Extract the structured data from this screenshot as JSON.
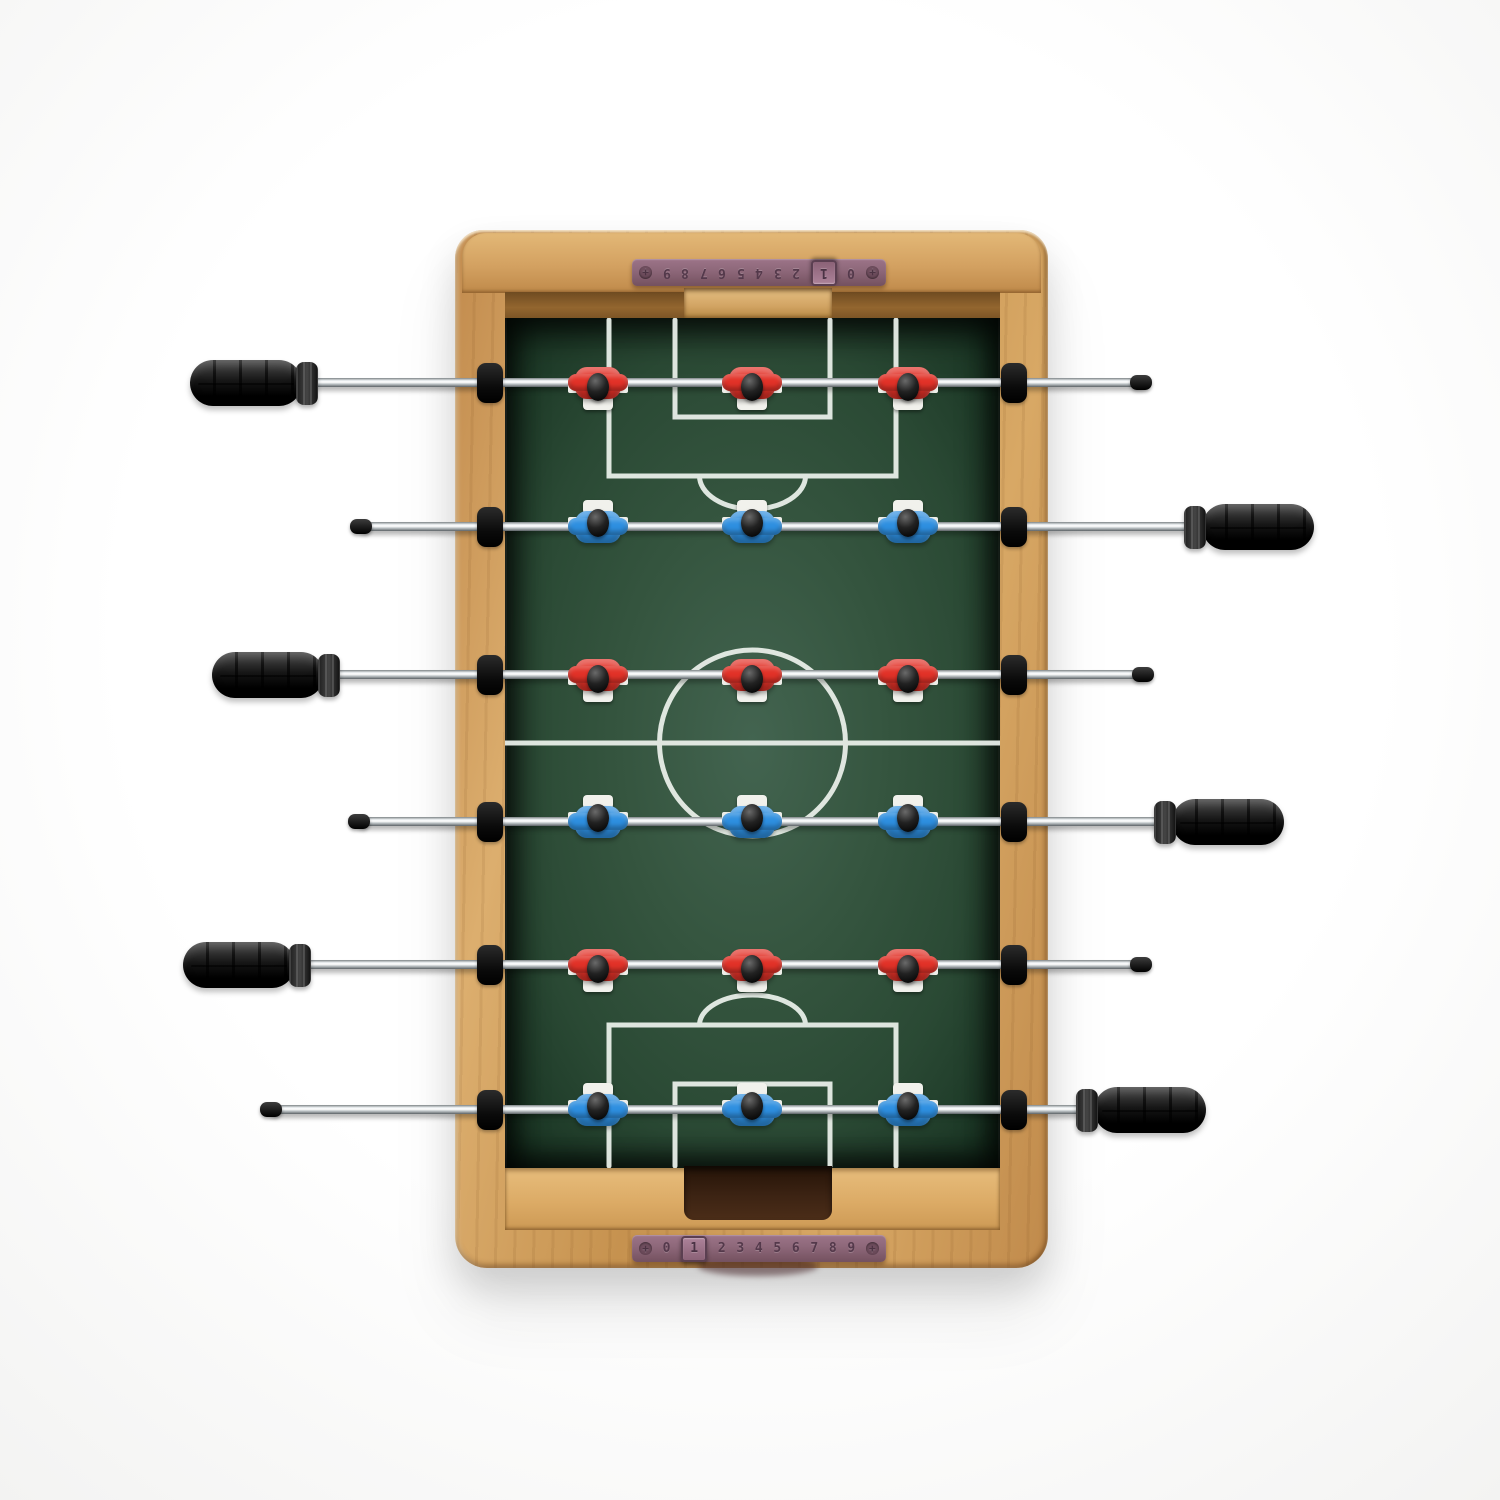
{
  "frame": {
    "wood_color": "#cb9a5c"
  },
  "field": {
    "surface_color": "#2f503e",
    "line_color": "#e9efe9",
    "markings": [
      "center-line",
      "center-circle",
      "penalty-box-top",
      "goal-box-top",
      "penalty-arc-top",
      "penalty-box-bottom",
      "goal-box-bottom",
      "penalty-arc-bottom"
    ]
  },
  "teams": {
    "red": {
      "color": "#e23228",
      "rows": 3,
      "players_per_row": 3
    },
    "blue": {
      "color": "#2e8fe0",
      "rows": 3,
      "players_per_row": 3
    }
  },
  "rods": [
    {
      "index": 1,
      "team": "red",
      "handle_side": "left",
      "player_count": 3
    },
    {
      "index": 2,
      "team": "blue",
      "handle_side": "right",
      "player_count": 3
    },
    {
      "index": 3,
      "team": "red",
      "handle_side": "left",
      "player_count": 3
    },
    {
      "index": 4,
      "team": "blue",
      "handle_side": "right",
      "player_count": 3
    },
    {
      "index": 5,
      "team": "red",
      "handle_side": "left",
      "player_count": 3
    },
    {
      "index": 6,
      "team": "blue",
      "handle_side": "right",
      "player_count": 3
    }
  ],
  "counters": {
    "rail_color": "#8d6779",
    "digit_color": "#54394b",
    "top": {
      "screw_icon": "+",
      "cells": [
        "9",
        "8",
        "7",
        "6",
        "5",
        "4",
        "3",
        "2",
        "1",
        "0"
      ],
      "slider_value": "1"
    },
    "bottom": {
      "screw_icon": "+",
      "cells": [
        "0",
        "1",
        "2",
        "3",
        "4",
        "5",
        "6",
        "7",
        "8",
        "9"
      ],
      "slider_value": "1"
    }
  }
}
